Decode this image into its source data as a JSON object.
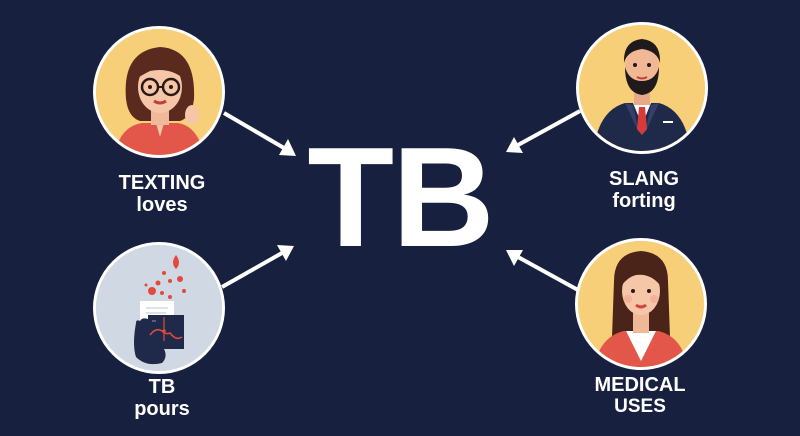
{
  "center": {
    "title": "TB"
  },
  "nodes": [
    {
      "id": "top-left",
      "figure": "woman-with-glasses",
      "line1": "TEXTING",
      "line2": "loves",
      "bg": "#f7cf78"
    },
    {
      "id": "top-right",
      "figure": "bearded-man-in-suit",
      "line1": "SLANG",
      "line2": "forting",
      "bg": "#f7cf78"
    },
    {
      "id": "bottom-left",
      "figure": "hand-holding-medical-chart",
      "line1": "TB",
      "line2": "pours",
      "bg": "#cfd8e3"
    },
    {
      "id": "bottom-right",
      "figure": "woman-long-hair",
      "line1": "MEDICAL",
      "line2": "USES",
      "bg": "#f7cf78"
    }
  ],
  "arrows": [
    {
      "from": "top-left",
      "to": "center"
    },
    {
      "from": "top-right",
      "to": "center"
    },
    {
      "from": "bottom-left",
      "to": "center"
    },
    {
      "from": "bottom-right",
      "to": "center"
    }
  ],
  "colors": {
    "background": "#17213f",
    "text": "#ffffff",
    "accent_red": "#e2493f",
    "circle_yellow": "#f7cf78",
    "circle_gray": "#cfd8e3"
  }
}
